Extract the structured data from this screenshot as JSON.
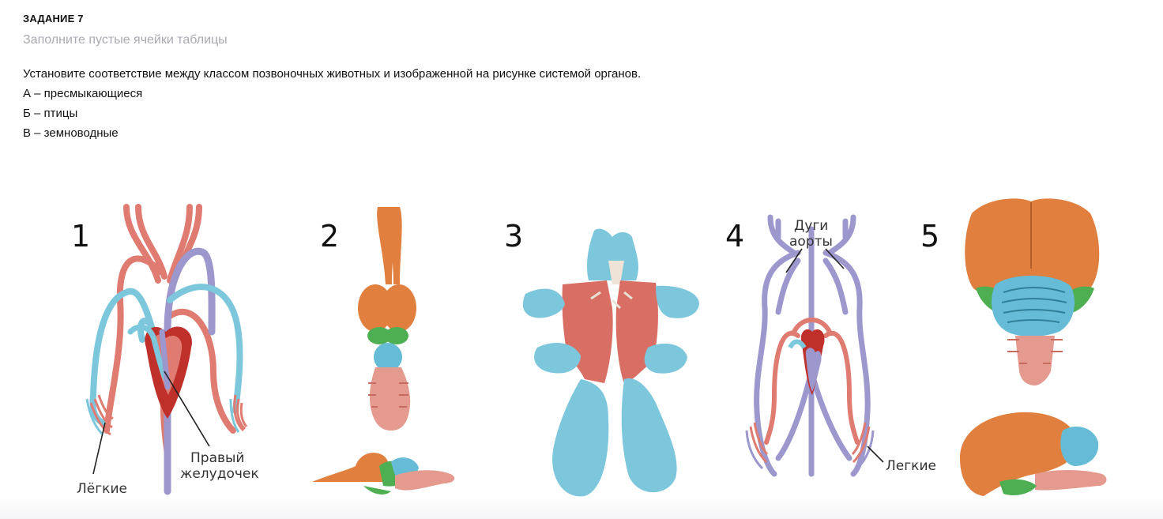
{
  "task": {
    "title": "ЗАДАНИЕ 7",
    "subtitle": "Заполните пустые ячейки таблицы",
    "prompt": "Установите соответствие между классом позвоночных животных и изображенной на рисунке системой органов.",
    "options": [
      "А – пресмыкающиеся",
      "Б – птицы",
      "В – земноводные"
    ]
  },
  "figure": {
    "panels": [
      {
        "number": "1",
        "labels": [
          "Правый",
          "желудочек",
          "Лёгкие"
        ]
      },
      {
        "number": "2"
      },
      {
        "number": "3"
      },
      {
        "number": "4",
        "labels": [
          "Дуги",
          "аорты",
          "Легкие"
        ]
      },
      {
        "number": "5"
      }
    ]
  },
  "colors": {
    "artery": "#e07b72",
    "vein": "#9c97cc",
    "lung": "#7dc7dd",
    "heart": "#c0302a",
    "forebrain": "#e07f3e",
    "midbrain": "#4dae52",
    "cerebellum": "#66bcd6",
    "medulla": "#e49a8e"
  }
}
